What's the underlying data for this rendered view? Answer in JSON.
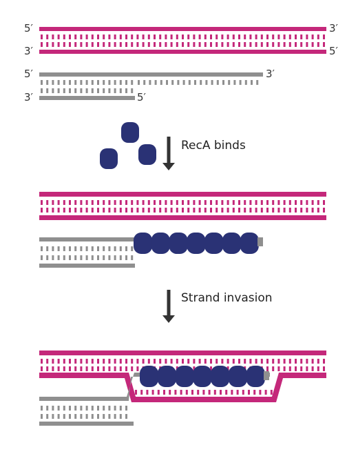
{
  "colors": {
    "magenta": "#c4287a",
    "gray": "#8f8f8f",
    "recA": "#2a3275",
    "arrow": "#333333",
    "background": "#ffffff"
  },
  "labels": {
    "end_5prime": "5′",
    "end_3prime": "3′"
  },
  "steps": {
    "recA_binds": "RecA binds",
    "strand_invasion": "Strand invasion"
  },
  "icons": {
    "recA_protein": "rounded-square-blob",
    "arrow": "down-arrow"
  }
}
